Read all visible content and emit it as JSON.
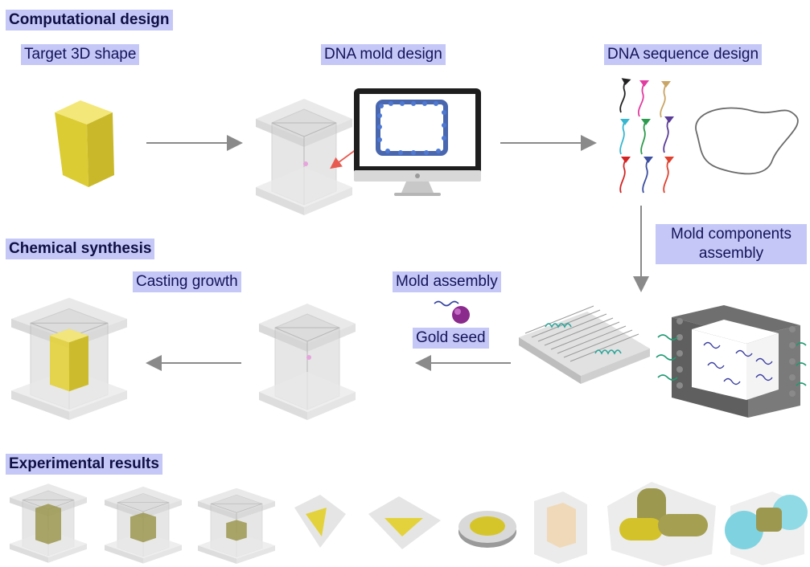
{
  "sections": {
    "computational": "Computational design",
    "chemical": "Chemical synthesis",
    "experimental": "Experimental results"
  },
  "labels": {
    "target_shape": "Target 3D shape",
    "mold_design": "DNA mold design",
    "sequence_design": "DNA sequence design",
    "components_assembly_line1": "Mold components",
    "components_assembly_line2": "assembly",
    "mold_assembly": "Mold assembly",
    "gold_seed": "Gold seed",
    "casting_growth": "Casting growth"
  },
  "colors": {
    "label_bg": "#c5c8f6",
    "gold": "#e3d23c",
    "arrow": "#8a8a8a",
    "mold": "#d6d6d6",
    "cyan": "#7fd3e0"
  },
  "icons": [
    "arrow-right-icon",
    "arrow-left-icon",
    "arrow-down-icon",
    "monitor-icon",
    "gold-seed-icon",
    "dna-strand-icon"
  ]
}
